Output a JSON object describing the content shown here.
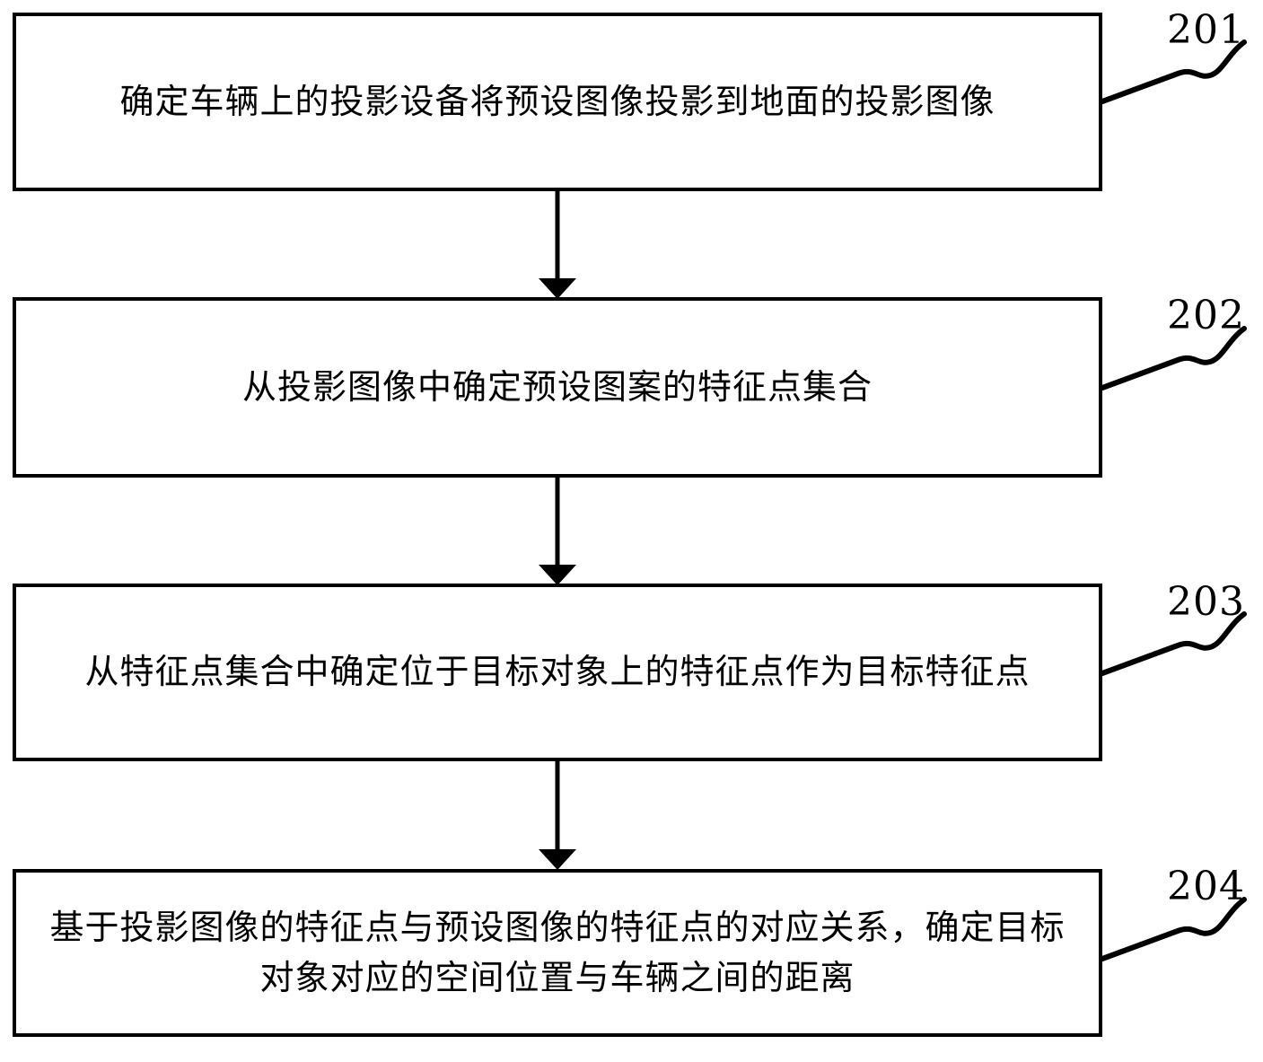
{
  "diagram": {
    "type": "patent-flowchart",
    "title": "",
    "background_color": "#ffffff",
    "line_color": "#000000",
    "steps": [
      {
        "number": "201",
        "text": "确定车辆上的投影设备将预设图像投影到地面的投影图像"
      },
      {
        "number": "202",
        "text": "从投影图像中确定预设图案的特征点集合"
      },
      {
        "number": "203",
        "text": "从特征点集合中确定位于目标对象上的特征点作为目标特征点"
      },
      {
        "number": "204",
        "text": "基于投影图像的特征点与预设图像的特征点的对应关系，确定目标对象对应的空间位置与车辆之间的距离"
      }
    ],
    "connectors": [
      {
        "from": "201",
        "to": "202",
        "style": "arrow-down"
      },
      {
        "from": "202",
        "to": "203",
        "style": "arrow-down"
      },
      {
        "from": "203",
        "to": "204",
        "style": "arrow-down"
      }
    ],
    "leader_lines": [
      {
        "label": "201",
        "style": "wavy-curve"
      },
      {
        "label": "202",
        "style": "wavy-curve"
      },
      {
        "label": "203",
        "style": "wavy-curve"
      },
      {
        "label": "204",
        "style": "wavy-curve"
      }
    ]
  }
}
